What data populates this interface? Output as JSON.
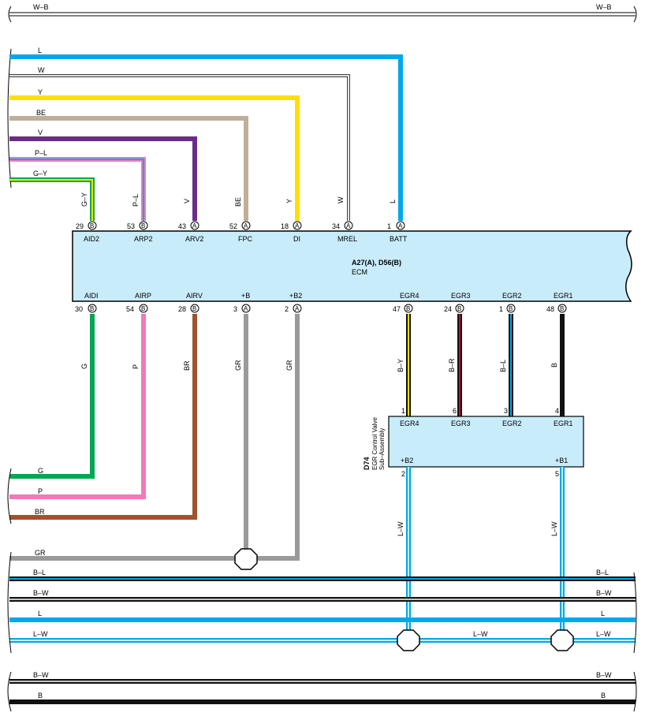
{
  "colors": {
    "L": "#00a8e8",
    "W": "#ffffff",
    "Y": "#ffe000",
    "BE": "#bfae98",
    "V": "#6a2c8c",
    "P": "#f07ab8",
    "G": "#00a651",
    "BR": "#a0522d",
    "GR": "#9a9a9a",
    "B": "#111111",
    "R": "#c8102e",
    "ecm_fill": "#c9ecfb"
  },
  "top_bus": {
    "left_label": "W–B",
    "right_label": "W–B"
  },
  "left_wires": [
    {
      "label": "L"
    },
    {
      "label": "W"
    },
    {
      "label": "Y"
    },
    {
      "label": "BE"
    },
    {
      "label": "V"
    },
    {
      "label": "P–L"
    },
    {
      "label": "G–Y"
    }
  ],
  "ecm": {
    "title": "A27(A), D56(B)",
    "name": "ECM",
    "top_pins": [
      {
        "num": "29",
        "conn": "B",
        "name": "AID2",
        "wire": "G–Y"
      },
      {
        "num": "53",
        "conn": "B",
        "name": "ARP2",
        "wire": "P–L"
      },
      {
        "num": "43",
        "conn": "A",
        "name": "ARV2",
        "wire": "V"
      },
      {
        "num": "52",
        "conn": "A",
        "name": "FPC",
        "wire": "BE"
      },
      {
        "num": "18",
        "conn": "A",
        "name": "DI",
        "wire": "Y"
      },
      {
        "num": "34",
        "conn": "A",
        "name": "MREL",
        "wire": "W"
      },
      {
        "num": "1",
        "conn": "A",
        "name": "BATT",
        "wire": "L"
      }
    ],
    "bottom_pins": [
      {
        "num": "30",
        "conn": "B",
        "name": "AIDI",
        "wire": "G"
      },
      {
        "num": "54",
        "conn": "B",
        "name": "AIRP",
        "wire": "P"
      },
      {
        "num": "28",
        "conn": "B",
        "name": "AIRV",
        "wire": "BR"
      },
      {
        "num": "3",
        "conn": "A",
        "name": "+B",
        "wire": "GR"
      },
      {
        "num": "2",
        "conn": "A",
        "name": "+B2",
        "wire": "GR"
      },
      {
        "num": "47",
        "conn": "B",
        "name": "EGR4",
        "wire": "B–Y"
      },
      {
        "num": "24",
        "conn": "B",
        "name": "EGR3",
        "wire": "B–R"
      },
      {
        "num": "1",
        "conn": "B",
        "name": "EGR2",
        "wire": "B–L"
      },
      {
        "num": "48",
        "conn": "B",
        "name": "EGR1",
        "wire": "B"
      }
    ]
  },
  "egr_valve": {
    "code": "D74",
    "name_line1": "EGR Control Valve",
    "name_line2": "Sub–Assembly",
    "top_pins": [
      {
        "num": "1",
        "name": "EGR4"
      },
      {
        "num": "6",
        "name": "EGR3"
      },
      {
        "num": "3",
        "name": "EGR2"
      },
      {
        "num": "4",
        "name": "EGR1"
      }
    ],
    "bottom_pins": [
      {
        "num": "2",
        "name": "+B2",
        "wire": "L–W"
      },
      {
        "num": "5",
        "name": "+B1",
        "wire": "L–W"
      }
    ]
  },
  "lower_left_wires": [
    {
      "label": "G"
    },
    {
      "label": "P"
    },
    {
      "label": "BR"
    },
    {
      "label": "GR"
    }
  ],
  "buses": [
    {
      "left": "B–L",
      "right": "B–L"
    },
    {
      "left": "B–W",
      "right": "B–W"
    },
    {
      "left": "L",
      "right": "L"
    },
    {
      "left": "L–W",
      "mid": "L–W",
      "right": "L–W"
    },
    {
      "left": "B–W",
      "right": "B–W"
    },
    {
      "left": "B",
      "right": "B"
    }
  ]
}
